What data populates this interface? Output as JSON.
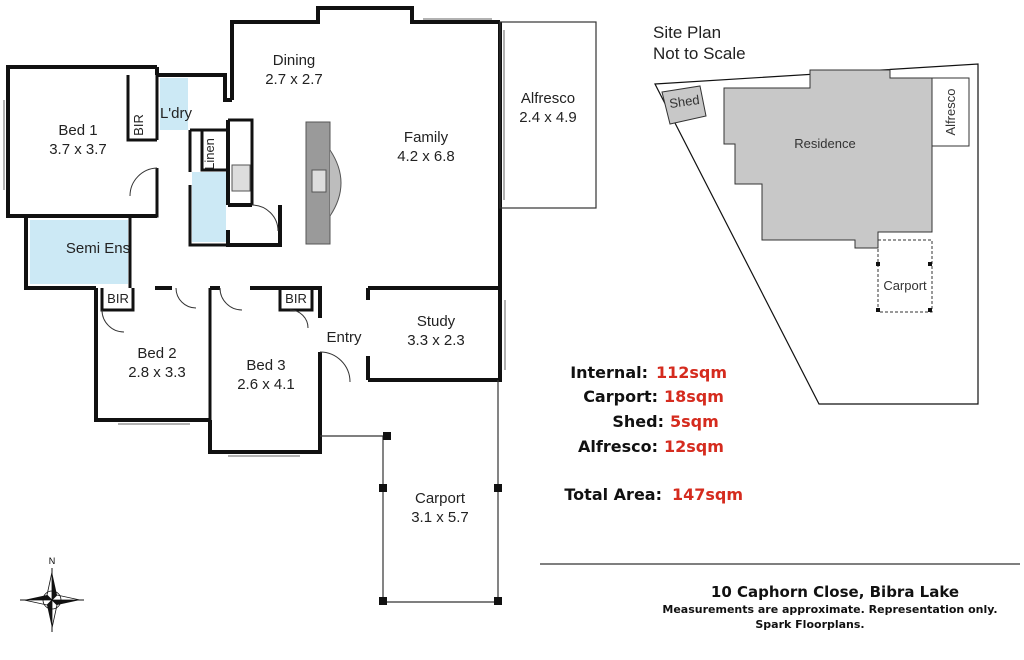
{
  "rooms": {
    "bed1": {
      "name": "Bed 1",
      "size": "3.7 x 3.7"
    },
    "bir1": "BIR",
    "laundry": "L'dry",
    "linen": "Linen",
    "dining": {
      "name": "Dining",
      "size": "2.7 x 2.7"
    },
    "family": {
      "name": "Family",
      "size": "4.2 x 6.8"
    },
    "alfresco": {
      "name": "Alfresco",
      "size": "2.4 x 4.9"
    },
    "semi_ens": "Semi Ens",
    "bir2": "BIR",
    "bir3": "BIR",
    "bed2": {
      "name": "Bed 2",
      "size": "2.8 x 3.3"
    },
    "bed3": {
      "name": "Bed 3",
      "size": "2.6 x 4.1"
    },
    "entry": "Entry",
    "study": {
      "name": "Study",
      "size": "3.3 x 2.3"
    },
    "carport": {
      "name": "Carport",
      "size": "3.1 x 5.7"
    }
  },
  "site_plan": {
    "title_line1": "Site Plan",
    "title_line2": "Not to Scale",
    "shed": "Shed",
    "residence": "Residence",
    "alfresco": "Alfresco",
    "carport": "Carport"
  },
  "areas": [
    {
      "label": "Internal:",
      "value": "112sqm"
    },
    {
      "label": "Carport:",
      "value": "18sqm"
    },
    {
      "label": "Shed:",
      "value": "5sqm"
    },
    {
      "label": "Alfresco:",
      "value": "12sqm"
    }
  ],
  "total": {
    "label": "Total Area:",
    "value": "147sqm"
  },
  "footer": {
    "address": "10 Caphorn Close, Bibra Lake",
    "note": "Measurements are approximate.  Representation only.",
    "credit": "Spark Floorplans."
  },
  "compass": {
    "north": "N"
  },
  "colors": {
    "wall": "#111111",
    "accent": "#d52b1e",
    "wet_area": "#bfe3f3",
    "site_fill": "#c8c8c8"
  }
}
